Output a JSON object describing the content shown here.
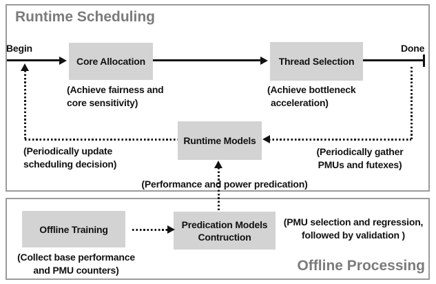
{
  "colors": {
    "box_fill": "#d3d3d3",
    "panel_border": "#9a9a9a",
    "section_title_gray": "#7b7b7b",
    "text": "#111111",
    "arrow": "#111111",
    "background": "#ffffff"
  },
  "runtime_panel": {
    "title": "Runtime Scheduling",
    "begin_label": "Begin",
    "done_label": "Done",
    "nodes": {
      "core_allocation": {
        "label": "Core Allocation"
      },
      "thread_selection": {
        "label": "Thread Selection"
      },
      "runtime_models": {
        "label": "Runtime Models"
      }
    },
    "captions": {
      "core": {
        "line1": "(Achieve fairness and",
        "line2": "core sensitivity)"
      },
      "thread": {
        "line1": "(Achieve bottleneck",
        "line2": "acceleration)"
      },
      "update": {
        "line1": "(Periodically update",
        "line2": "scheduling decision)"
      },
      "gather": {
        "line1": "(Periodically gather",
        "line2": "PMUs and futexes)"
      },
      "prediction": {
        "line1": "(Performance and power predication)"
      }
    }
  },
  "offline_panel": {
    "title": "Offline Processing",
    "nodes": {
      "offline_training": {
        "label": "Offline Training"
      },
      "predication_models": {
        "line1": "Predication Models",
        "line2": "Contruction"
      }
    },
    "captions": {
      "collect": {
        "line1": "(Collect base performance",
        "line2": "and PMU counters)"
      },
      "pmu": {
        "line1": "(PMU selection and regression,",
        "line2": "followed by validation )"
      }
    }
  },
  "edges": [
    {
      "from": "begin",
      "to": "core_allocation",
      "style": "solid-arrow"
    },
    {
      "from": "core_allocation",
      "to": "thread_selection",
      "style": "solid-arrow"
    },
    {
      "from": "thread_selection",
      "to": "done",
      "style": "solid-bar-end"
    },
    {
      "from": "done",
      "to": "runtime_models",
      "style": "dotted-arrow"
    },
    {
      "from": "runtime_models",
      "to": "begin",
      "style": "dotted-arrow"
    },
    {
      "from": "predication_models_contruction",
      "to": "runtime_models",
      "style": "dotted-arrow"
    },
    {
      "from": "offline_training",
      "to": "predication_models_contruction",
      "style": "dotted-arrow"
    }
  ]
}
